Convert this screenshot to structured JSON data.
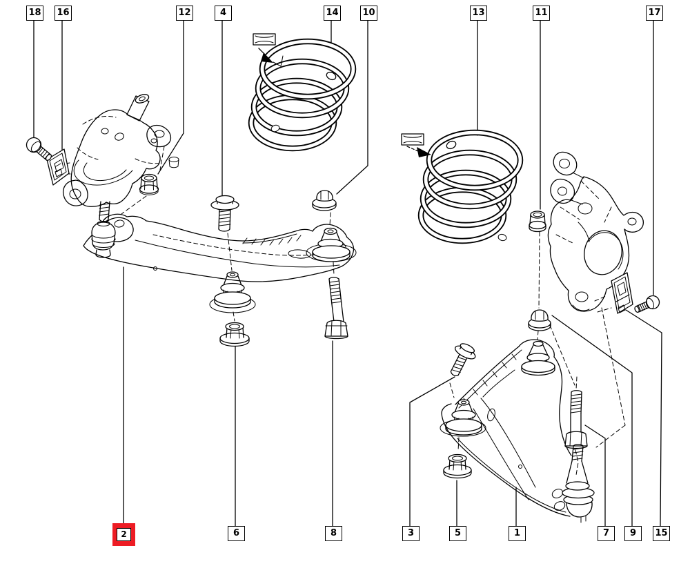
{
  "diagram": {
    "background_color": "#ffffff",
    "line_color": "#000000",
    "highlight_color": "#ed1c24",
    "callouts_top": [
      {
        "label": "18"
      },
      {
        "label": "16"
      },
      {
        "label": "12"
      },
      {
        "label": "4"
      },
      {
        "label": "14"
      },
      {
        "label": "10"
      },
      {
        "label": "13"
      },
      {
        "label": "11"
      },
      {
        "label": "17"
      }
    ],
    "callouts_bottom": [
      {
        "label": "2",
        "highlighted": true
      },
      {
        "label": "6"
      },
      {
        "label": "8"
      },
      {
        "label": "3"
      },
      {
        "label": "5"
      },
      {
        "label": "1"
      },
      {
        "label": "7"
      },
      {
        "label": "9"
      },
      {
        "label": "15"
      }
    ]
  }
}
